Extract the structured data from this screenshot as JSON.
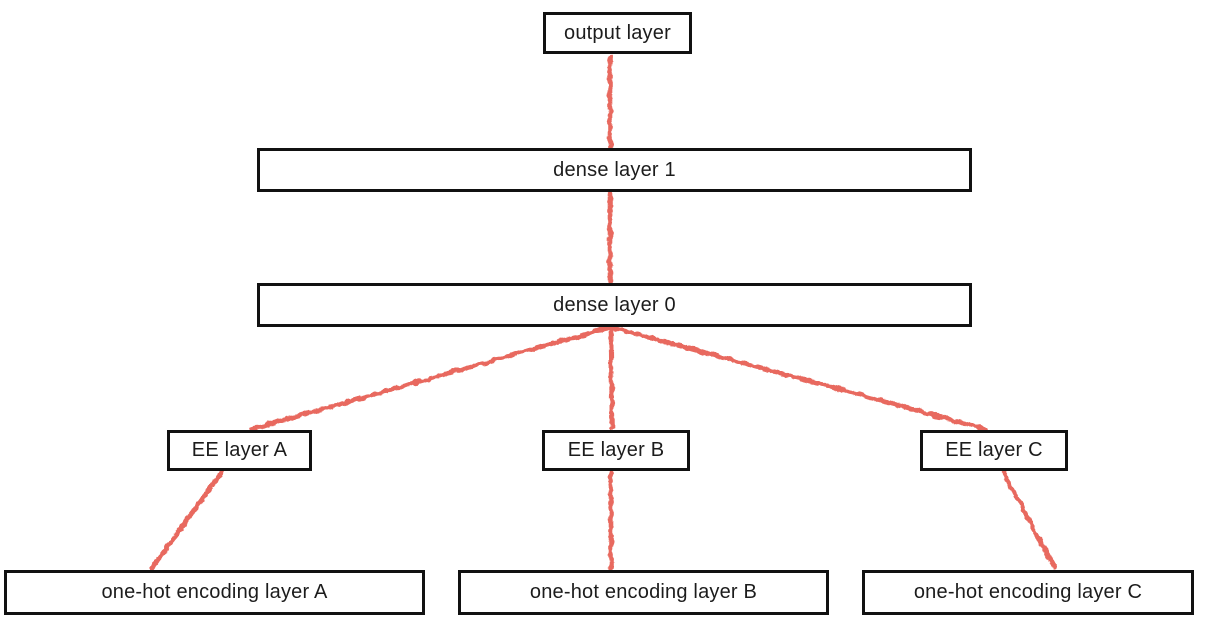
{
  "diagram": {
    "type": "neural-network-architecture",
    "nodes": [
      {
        "id": "output-layer",
        "label": "output layer"
      },
      {
        "id": "dense-layer-1",
        "label": "dense layer 1"
      },
      {
        "id": "dense-layer-0",
        "label": "dense layer 0"
      },
      {
        "id": "ee-layer-a",
        "label": "EE layer A"
      },
      {
        "id": "ee-layer-b",
        "label": "EE layer B"
      },
      {
        "id": "ee-layer-c",
        "label": "EE layer C"
      },
      {
        "id": "one-hot-a",
        "label": "one-hot encoding layer A"
      },
      {
        "id": "one-hot-b",
        "label": "one-hot encoding layer B"
      },
      {
        "id": "one-hot-c",
        "label": "one-hot encoding layer C"
      }
    ],
    "edges": [
      {
        "from": "dense-layer-1",
        "to": "output-layer"
      },
      {
        "from": "dense-layer-0",
        "to": "dense-layer-1"
      },
      {
        "from": "ee-layer-a",
        "to": "dense-layer-0"
      },
      {
        "from": "ee-layer-b",
        "to": "dense-layer-0"
      },
      {
        "from": "ee-layer-c",
        "to": "dense-layer-0"
      },
      {
        "from": "one-hot-a",
        "to": "ee-layer-a"
      },
      {
        "from": "one-hot-b",
        "to": "ee-layer-b"
      },
      {
        "from": "one-hot-c",
        "to": "ee-layer-c"
      }
    ],
    "colors": {
      "edge": "#e8695e",
      "box_border": "#111111",
      "box_fill": "#ffffff",
      "text": "#1c1c1c",
      "background": "#ffffff"
    }
  }
}
